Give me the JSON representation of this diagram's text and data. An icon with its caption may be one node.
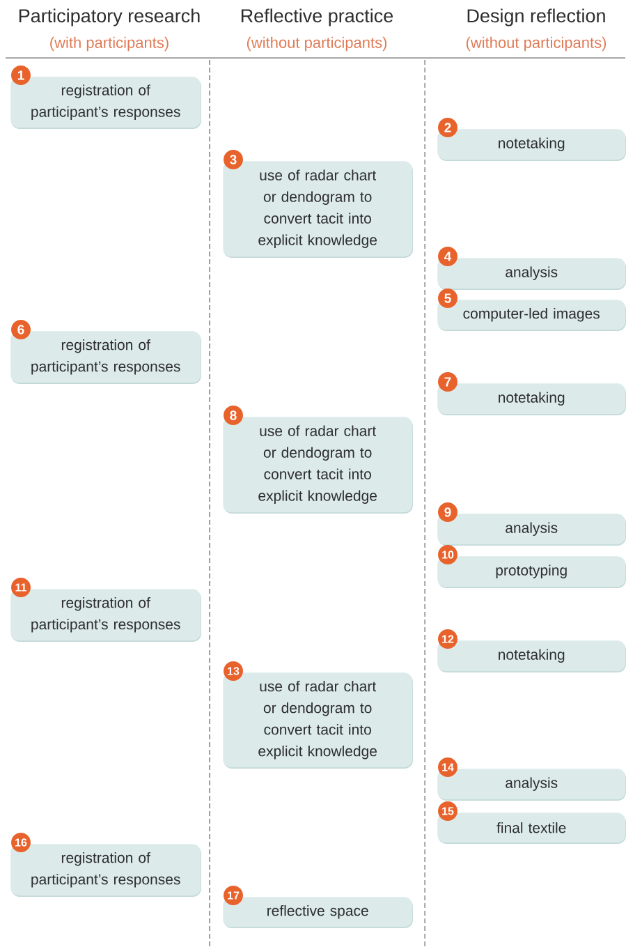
{
  "diagram": {
    "nodes": [
      {
        "text": [
          "registration of participant’s responses"
        ],
        "beside": [
          "1"
        ]
      },
      {
        "text": [
          "notetaking"
        ],
        "beside": [
          "2"
        ]
      },
      {
        "text": [
          "use of radar chart or dendogram to convert tacit into explicit knowledge"
        ],
        "beside": [
          "3"
        ]
      },
      {
        "text": [
          "analysis"
        ],
        "beside": [
          "4"
        ]
      },
      {
        "text": [
          "computer-led images"
        ],
        "beside": [
          "5"
        ]
      },
      {
        "text": [
          "registration of participant’s responses"
        ],
        "beside": [
          "6"
        ]
      },
      {
        "text": [
          "notetaking"
        ],
        "beside": [
          "7"
        ]
      },
      {
        "text": [
          "use of radar chart or dendogram to convert tacit into explicit knowledge"
        ],
        "beside": [
          "8"
        ]
      },
      {
        "text": [
          "analysis"
        ],
        "beside": [
          "9"
        ]
      },
      {
        "text": [
          "prototyping"
        ],
        "beside": [
          "10"
        ]
      },
      {
        "text": [
          "registration of participant’s responses"
        ],
        "beside": [
          "11"
        ]
      },
      {
        "text": [
          "notetaking"
        ],
        "beside": [
          "12"
        ]
      },
      {
        "text": [
          "use of radar chart or dendogram to convert tacit into explicit knowledge"
        ],
        "beside": [
          "13"
        ]
      },
      {
        "text": [
          "analysis"
        ],
        "beside": [
          "14"
        ]
      },
      {
        "text": [
          "final textile"
        ],
        "beside": [
          "15"
        ]
      },
      {
        "text": [
          "registration of participant’s responses"
        ],
        "beside": [
          "16"
        ]
      },
      {
        "text": [
          "reflective space"
        ],
        "beside": [
          "17"
        ]
      }
    ],
    "labels": [
      "Participatory research",
      "(with participants)",
      "Reflective practice",
      "(without participants)",
      "Design reflection",
      "(without participants)"
    ]
  }
}
